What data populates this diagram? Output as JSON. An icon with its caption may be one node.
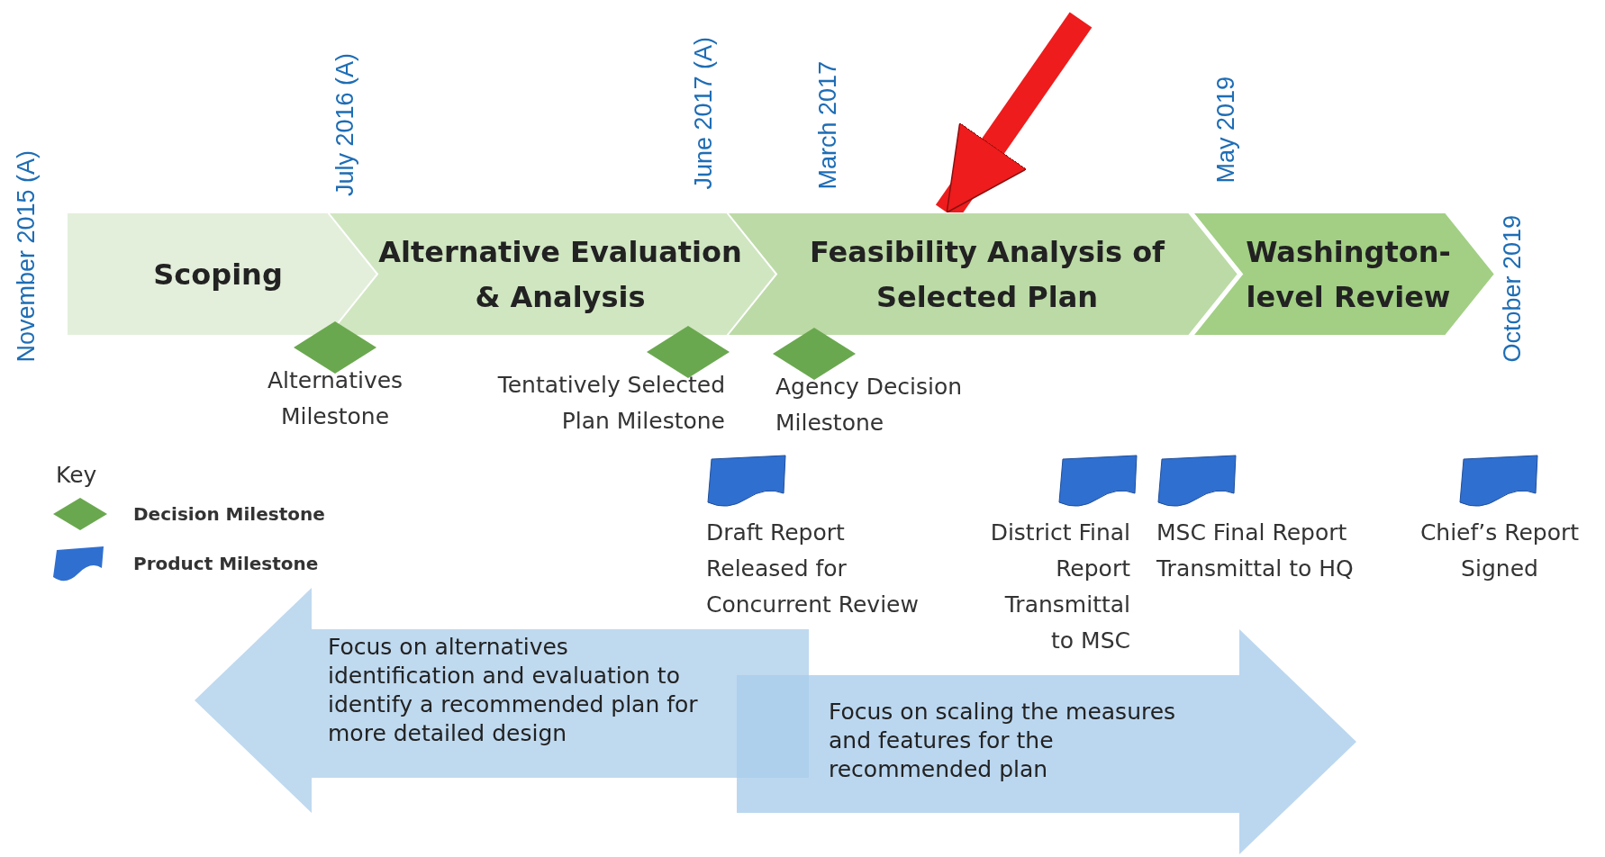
{
  "diagram": {
    "nodes": [
      {
        "text": [
          "Scoping"
        ]
      },
      {
        "text": [
          "Alternative Evaluation & Analysis"
        ]
      },
      {
        "text": [
          "Feasibility Analysis of Selected Plan"
        ]
      },
      {
        "text": [
          "Washington-level Review"
        ]
      },
      {
        "text": [
          "Alternatives Milestone"
        ]
      },
      {
        "text": [
          "Tentatively Selected Plan Milestone"
        ]
      },
      {
        "text": [
          "Agency Decision Milestone"
        ]
      },
      {
        "text": [
          "Draft Report Released for Concurrent Review"
        ]
      },
      {
        "text": [
          "District Final Report Transmittal to MSC"
        ]
      },
      {
        "text": [
          "MSC Final Report Transmittal to HQ"
        ]
      },
      {
        "text": [
          "Chief’s Report Signed"
        ]
      },
      {
        "text": [
          "Focus on alternatives identification and evaluation to identify a recommended plan for more detailed design"
        ]
      },
      {
        "text": [
          "Focus on scaling the measures and features for the recommended plan"
        ]
      }
    ],
    "edges": [
      {
        "from": null,
        "to": 2,
        "arrow": "to",
        "color": "#ee1c1c"
      }
    ],
    "labels": [
      "November 2015 (A)",
      "July 2016 (A)",
      "June 2017 (A)",
      "March 2017",
      "May 2019",
      "October 2019",
      "Key"
    ],
    "legend": [
      {
        "text": "Decision Milestone"
      },
      {
        "text": "Product Milestone"
      }
    ]
  }
}
